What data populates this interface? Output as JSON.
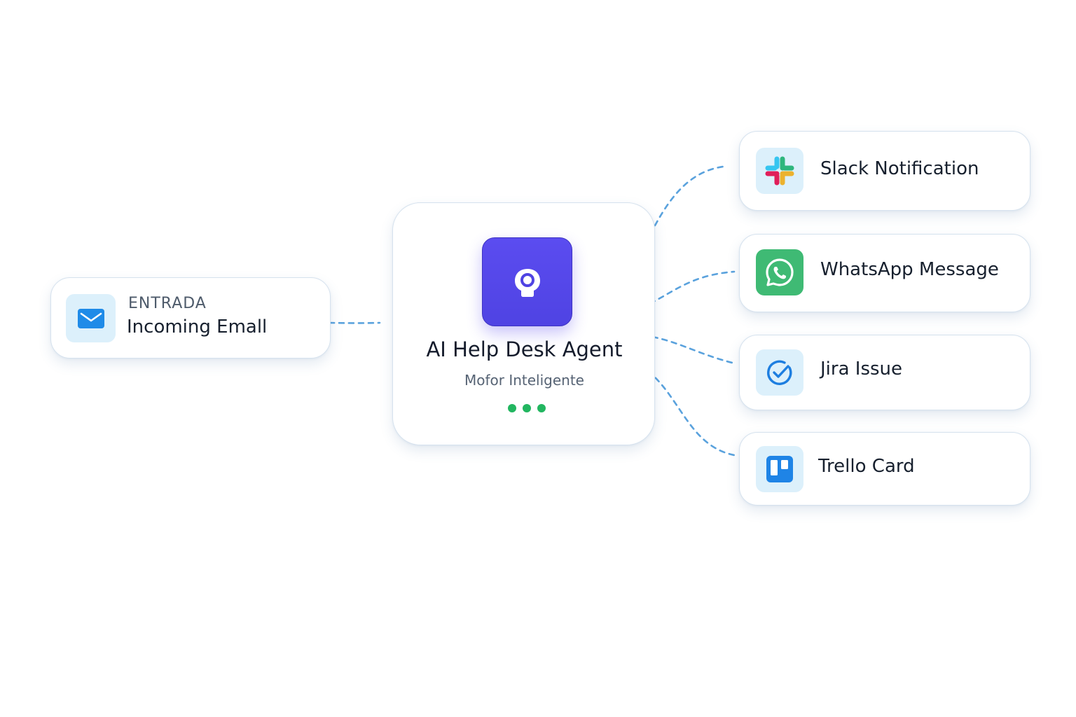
{
  "input": {
    "label": "ENTRADA",
    "title": "Incoming Emall",
    "icon": "mail-icon",
    "tile_color": "#dcf0fb",
    "icon_color": "#1f8be8"
  },
  "agent": {
    "title": "AI Help Desk Agent",
    "subtitle": "Mofor Inteligente",
    "icon": "robot-head-icon",
    "accent_color": "#5548eb",
    "status_color": "#22b660",
    "status_dot_count": 3
  },
  "outputs": [
    {
      "label": "Slack Notification",
      "icon": "slack-icon",
      "tile_color": "#dcf0fb"
    },
    {
      "label": "WhatsApp Message",
      "icon": "whatsapp-icon",
      "tile_color": "#3fba74"
    },
    {
      "label": "Jira Issue",
      "icon": "check-circle-icon",
      "tile_color": "#dcf0fb"
    },
    {
      "label": "Trello Card",
      "icon": "trello-board-icon",
      "tile_color": "#dcf0fb"
    }
  ],
  "connector_color": "#5aa2dd"
}
